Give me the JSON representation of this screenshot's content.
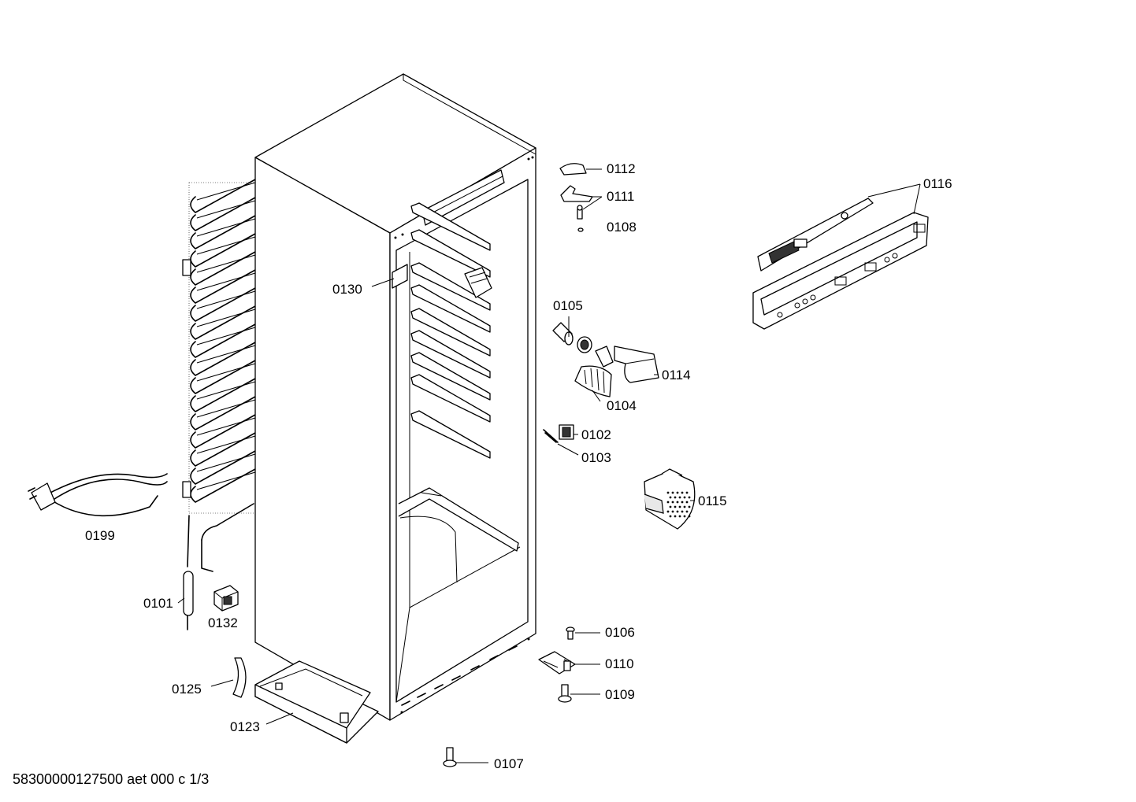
{
  "diagram": {
    "labels": {
      "p0112": "0112",
      "p0111": "0111",
      "p0108": "0108",
      "p0116": "0116",
      "p0130": "0130",
      "p0105": "0105",
      "p0114": "0114",
      "p0104": "0104",
      "p0102": "0102",
      "p0103": "0103",
      "p0115": "0115",
      "p0199": "0199",
      "p0101": "0101",
      "p0132": "0132",
      "p0106": "0106",
      "p0110": "0110",
      "p0109": "0109",
      "p0125": "0125",
      "p0123": "0123",
      "p0107": "0107"
    },
    "footer": "58300000127500 aet 000 c 1/3"
  }
}
